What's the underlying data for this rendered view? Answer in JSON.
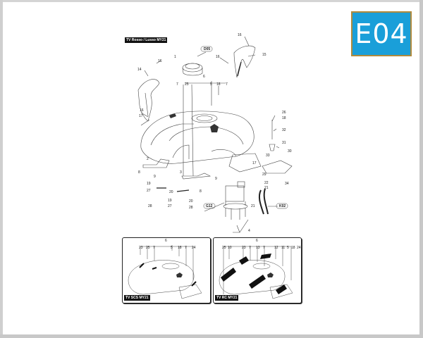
{
  "badge": {
    "code": "E04",
    "bg_color": "#1a9fd9",
    "border_color": "#b08a3c"
  },
  "main_diagram": {
    "title": "TV Rosso / Lusso MY21",
    "callouts": [
      "D05",
      "G12",
      "K02"
    ],
    "part_numbers": [
      "1",
      "2",
      "3",
      "4",
      "5",
      "6",
      "7",
      "8",
      "9",
      "14",
      "15",
      "16",
      "17",
      "18",
      "19",
      "20",
      "21",
      "22",
      "25",
      "26",
      "27",
      "28",
      "29",
      "30",
      "31",
      "32",
      "33",
      "34"
    ]
  },
  "insets": [
    {
      "title": "TV SCS MY21",
      "top_labels": [
        "6",
        "23",
        "25",
        "7",
        "5",
        "18",
        "7",
        "24"
      ]
    },
    {
      "title": "TV RC MY21",
      "top_labels": [
        "6",
        "25",
        "10",
        "23",
        "7",
        "13",
        "7",
        "12",
        "11",
        "5",
        "18",
        "24"
      ]
    }
  ]
}
